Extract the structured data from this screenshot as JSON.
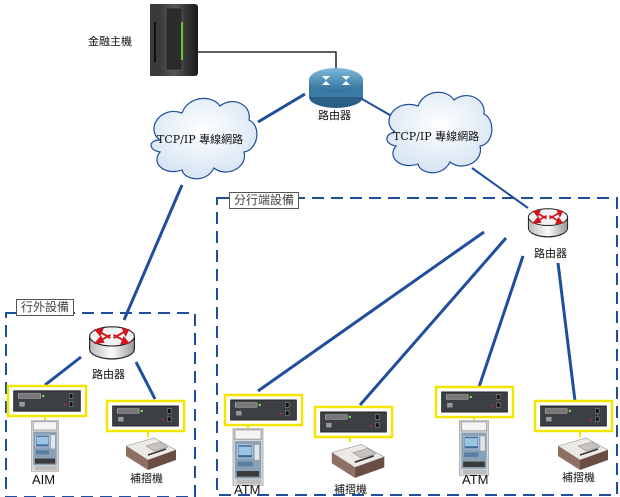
{
  "diagram": {
    "host": {
      "label": "金融主機",
      "icon": "mainframe-server-icon"
    },
    "core_router": {
      "label": "路由器",
      "icon": "router-icon"
    },
    "clouds": [
      {
        "label": "TCP/IP 專線網路",
        "icon": "cloud-icon"
      },
      {
        "label": "TCP/IP 專線網路",
        "icon": "cloud-icon"
      }
    ],
    "groups": [
      {
        "title": "行外設備",
        "router_label": "路由器",
        "devices": [
          {
            "type": "atm",
            "label": "AIM"
          },
          {
            "type": "passbook-printer",
            "label": "補摺機"
          }
        ]
      },
      {
        "title": "分行端設備",
        "router_label": "路由器",
        "devices": [
          {
            "type": "atm",
            "label": "ATM"
          },
          {
            "type": "passbook-printer",
            "label": "補摺機"
          },
          {
            "type": "atm",
            "label": "ATM"
          },
          {
            "type": "passbook-printer",
            "label": "補摺機"
          }
        ]
      }
    ],
    "colors": {
      "link_blue": "#1f4e9c",
      "dash_blue": "#1f4e9c",
      "highlight_yellow": "#f2e600",
      "router_red": "#d0161b",
      "core_router_blue": "#3f86b4"
    }
  }
}
